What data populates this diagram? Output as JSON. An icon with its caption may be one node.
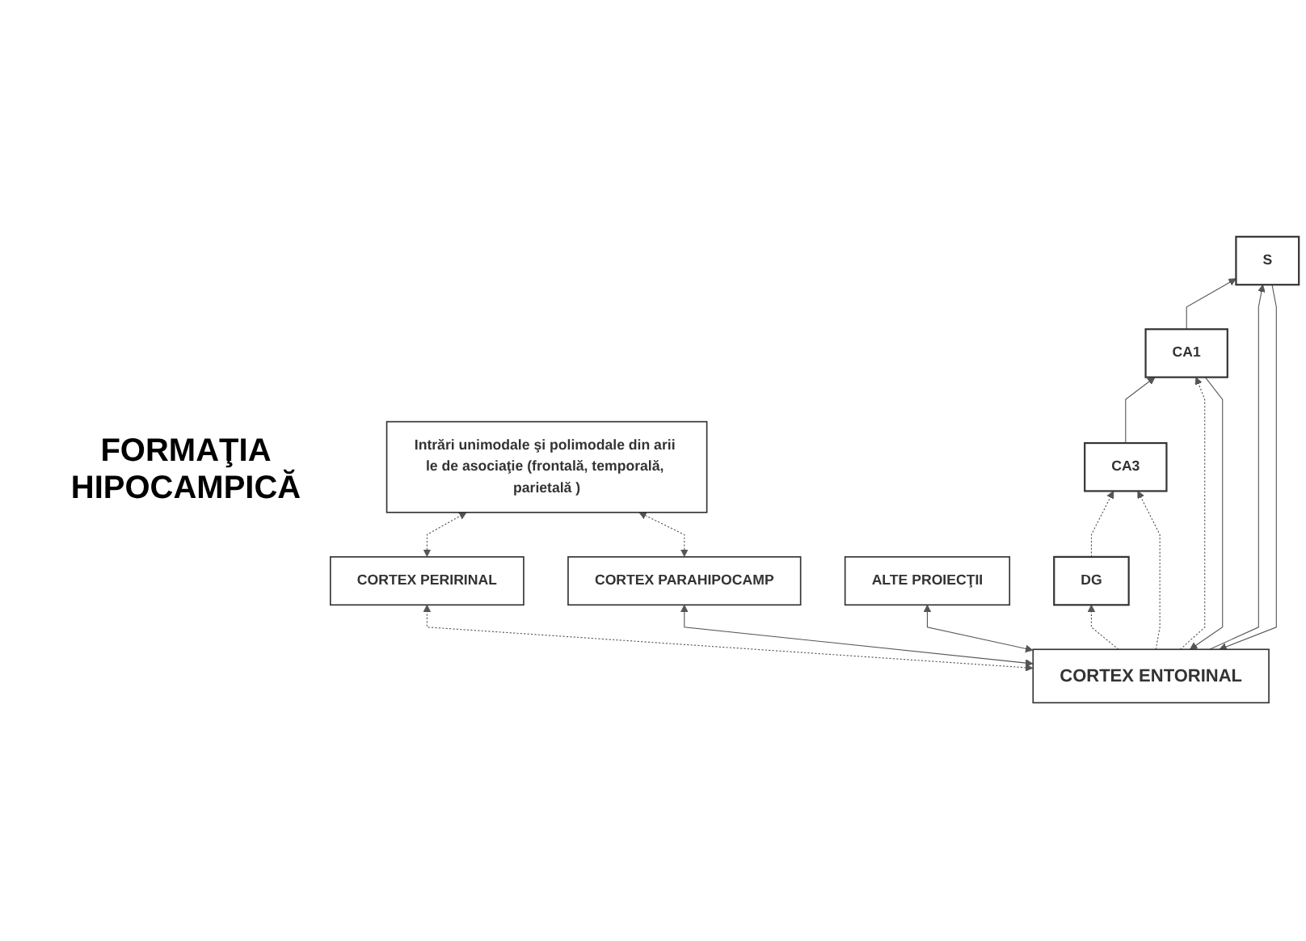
{
  "diagram": {
    "nodes": [
      {
        "text": [
          "S"
        ]
      },
      {
        "text": [
          "CA1"
        ]
      },
      {
        "text": [
          "CA3"
        ]
      },
      {
        "text": [
          "DG"
        ]
      },
      {
        "text": [
          "CORTEX ENTORINAL"
        ]
      },
      {
        "text": [
          "ALTE PROIECŢII"
        ]
      },
      {
        "text": [
          "CORTEX PERIRINAL"
        ]
      },
      {
        "text": [
          "CORTEX PARAHIPOCAMP"
        ]
      },
      {
        "text": [
          "Intrări unimodale şi polimodale din arii le de asociaţie (frontală, temporală, parietală )"
        ]
      }
    ],
    "edges": [
      {
        "from": 4,
        "to": 3,
        "arrow": "to",
        "style": "dashed"
      },
      {
        "from": 3,
        "to": 2,
        "arrow": "to",
        "style": "dashed"
      },
      {
        "from": 2,
        "to": 1,
        "arrow": "to"
      },
      {
        "from": 1,
        "to": 0,
        "arrow": "to"
      },
      {
        "from": 4,
        "to": 2,
        "arrow": "to",
        "style": "dashed"
      },
      {
        "from": 4,
        "to": 1,
        "arrow": "to",
        "style": "dashed"
      },
      {
        "from": 4,
        "to": 0,
        "arrow": "to"
      },
      {
        "from": 1,
        "to": 4,
        "arrow": "to"
      },
      {
        "from": 0,
        "to": 4,
        "arrow": "to"
      },
      {
        "from": 4,
        "to": 5,
        "arrow": "both"
      },
      {
        "from": 4,
        "to": 6,
        "arrow": "both",
        "style": "dashed"
      },
      {
        "from": 4,
        "to": 7,
        "arrow": "both"
      },
      {
        "from": 6,
        "to": 8,
        "arrow": "both",
        "style": "dashed"
      },
      {
        "from": 7,
        "to": 8,
        "arrow": "both",
        "style": "dashed"
      }
    ],
    "labels": [
      "FORMAŢIA HIPOCAMPICĂ"
    ]
  }
}
